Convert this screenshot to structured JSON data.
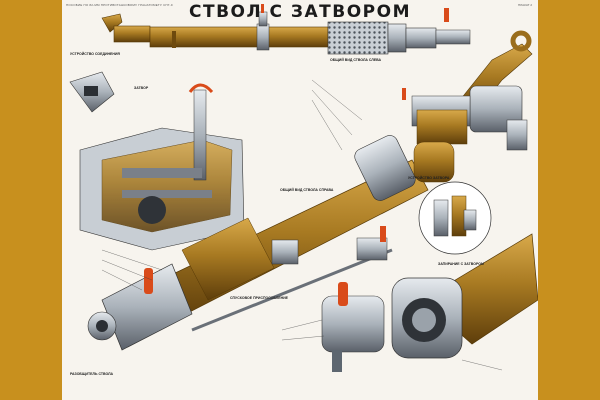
{
  "poster": {
    "header_left": "ПОСОБИЕ ПО 82-ММ ПРОТИВОТАНКОВОМУ ГРАНАТОМЕТУ СПГ-9",
    "header_right": "ПЛАКАТ 2",
    "title": "СТВОЛ С ЗАТВОРОМ",
    "labels": {
      "top_view": "ОБЩИЙ ВИД СТВОЛА СЛЕВА",
      "connection": "УСТРОЙСТВО СОЕДИНЕНИЯ",
      "bolt": "ЗАТВОР",
      "right_view": "ОБЩИЙ ВИД СТВОЛА СПРАВА",
      "fire_mechanism": "УСТРОЙСТВО ЗАТВОРА",
      "breech_lock": "РАЗОБЩИТЕЛЬ СТВОЛА",
      "inner_view": "ЗАПИРАНИЕ С ЗАТВОРОМ",
      "safety_device": "СПУСКОВОЕ ПРИСПОСОБЛЕНИЕ"
    }
  },
  "colors": {
    "frame": "#c8901e",
    "paper": "#f7f4ee",
    "barrel": "#a87a22",
    "barrel_dark": "#6e4a0e",
    "steel": "#b9c0c8",
    "steel_dark": "#5d6670",
    "accent": "#d94b1a"
  }
}
